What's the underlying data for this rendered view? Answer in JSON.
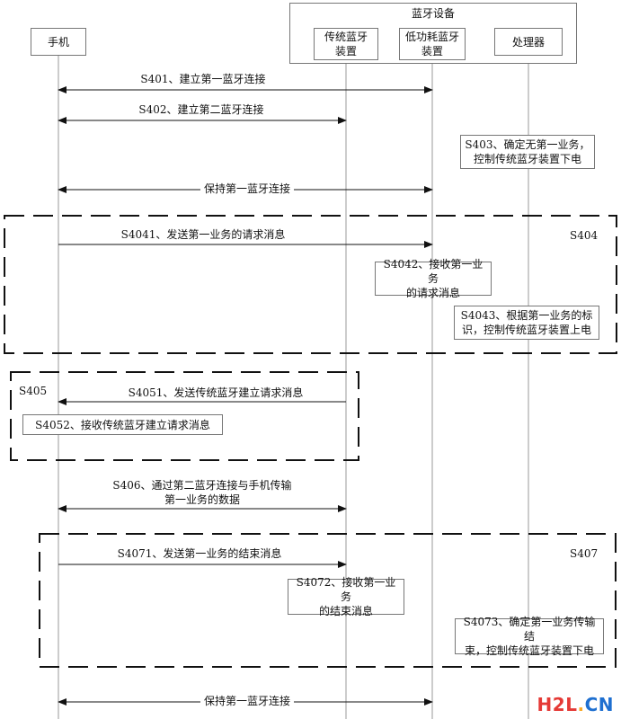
{
  "participants": {
    "phone": "手机",
    "group": "蓝牙设备",
    "classic": "传统蓝牙\n装置",
    "ble": "低功耗蓝牙\n装置",
    "processor": "处理器"
  },
  "steps": {
    "s401": "S401、建立第一蓝牙连接",
    "s402": "S402、建立第二蓝牙连接",
    "s403": "S403、确定无第一业务，\n控制传统蓝牙装置下电",
    "keep1": "保持第一蓝牙连接",
    "s404": "S404",
    "s4041": "S4041、发送第一业务的请求消息",
    "s4042": "S4042、接收第一业务\n的请求消息",
    "s4043": "S4043、根据第一业务的标\n识，控制传统蓝牙装置上电",
    "s405": "S405",
    "s4051": "S4051、发送传统蓝牙建立请求消息",
    "s4052": "S4052、接收传统蓝牙建立请求消息",
    "s406_line1": "S406、通过第二蓝牙连接与手机传输",
    "s406_line2": "第一业务的数据",
    "s407": "S407",
    "s4071": "S4071、发送第一业务的结束消息",
    "s4072": "S4072、接收第一业务\n的结束消息",
    "s4073": "S4073、确定第一业务传输结\n束，控制传统蓝牙装置下电",
    "keep2": "保持第一蓝牙连接"
  },
  "watermark": {
    "h": "H",
    "two": "2",
    "l": "L",
    "dot": ".",
    "cn": "CN"
  }
}
